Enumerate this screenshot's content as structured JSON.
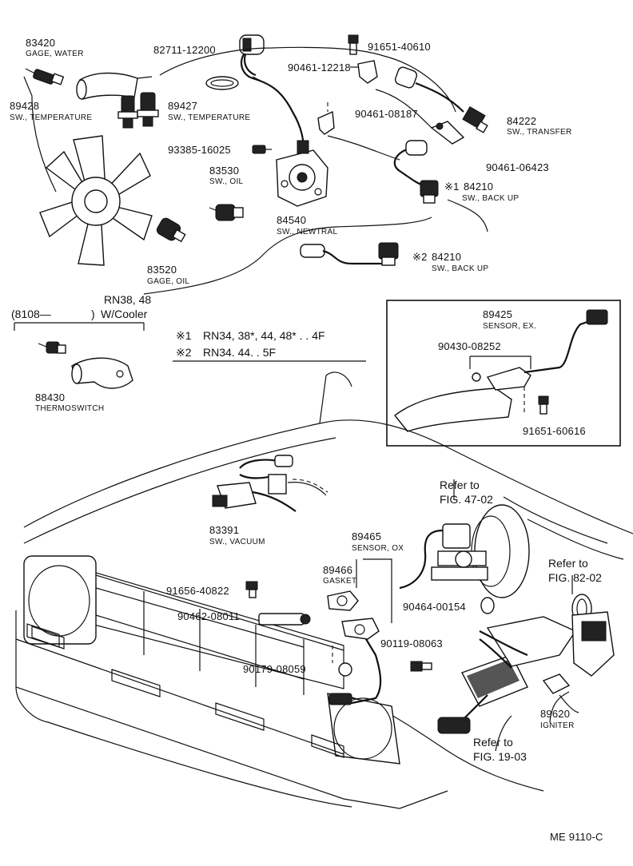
{
  "diagram": {
    "callouts": [
      {
        "id": "c83420",
        "part": "83420",
        "desc": "GAGE, WATER"
      },
      {
        "id": "c82711",
        "part": "82711-12200",
        "desc": ""
      },
      {
        "id": "c91651a",
        "part": "91651-40610",
        "desc": ""
      },
      {
        "id": "c90461a",
        "part": "90461-12218",
        "desc": ""
      },
      {
        "id": "c89428",
        "part": "89428",
        "desc": "SW., TEMPERATURE"
      },
      {
        "id": "c89427",
        "part": "89427",
        "desc": "SW., TEMPERATURE"
      },
      {
        "id": "c90461b",
        "part": "90461-08187",
        "desc": ""
      },
      {
        "id": "c84222",
        "part": "84222",
        "desc": "SW., TRANSFER"
      },
      {
        "id": "c93385",
        "part": "93385-16025",
        "desc": ""
      },
      {
        "id": "c90461c",
        "part": "90461-06423",
        "desc": ""
      },
      {
        "id": "c83530",
        "part": "83530",
        "desc": "SW., OIL"
      },
      {
        "id": "c84210a",
        "part": "84210",
        "mark": "※1",
        "desc": "SW., BACK UP"
      },
      {
        "id": "c84540",
        "part": "84540",
        "desc": "SW., NEWTRAL"
      },
      {
        "id": "c83520",
        "part": "83520",
        "desc": "GAGE, OIL"
      },
      {
        "id": "c84210b",
        "part": "84210",
        "mark": "※2",
        "desc": "SW., BACK UP"
      },
      {
        "id": "c89425",
        "part": "89425",
        "desc": "SENSOR, EX."
      },
      {
        "id": "c90430",
        "part": "90430-08252",
        "desc": ""
      },
      {
        "id": "c91651b",
        "part": "91651-60616",
        "desc": ""
      },
      {
        "id": "c88430",
        "part": "88430",
        "desc": "THERMOSWITCH"
      },
      {
        "id": "c83391",
        "part": "83391",
        "desc": "SW., VACUUM"
      },
      {
        "id": "c89465",
        "part": "89465",
        "desc": "SENSOR, OX"
      },
      {
        "id": "c89466",
        "part": "89466",
        "desc": "GASKET"
      },
      {
        "id": "c91656",
        "part": "91656-40822",
        "desc": ""
      },
      {
        "id": "c90464",
        "part": "90464-00154",
        "desc": ""
      },
      {
        "id": "c90462",
        "part": "90462-08011",
        "desc": ""
      },
      {
        "id": "c90119",
        "part": "90119-08063",
        "desc": ""
      },
      {
        "id": "c90179",
        "part": "90179-08059",
        "desc": ""
      },
      {
        "id": "c89620",
        "part": "89620",
        "desc": "IGNITER"
      }
    ],
    "model_label": "RN38, 48",
    "cooler_label": {
      "range_start": "(8108—",
      "range_end": ")",
      "suffix": "W/Cooler"
    },
    "notes": [
      {
        "mark": "※1",
        "text": "RN34, 38*, 44, 48* . . 4F"
      },
      {
        "mark": "※2",
        "text": "RN34. 44. . 5F"
      }
    ],
    "refs": [
      {
        "line1": "Refer to",
        "line2": "FIG. 47-02"
      },
      {
        "line1": "Refer to",
        "line2": "FIG. 82-02"
      },
      {
        "line1": "Refer to",
        "line2": "FIG. 19-03"
      }
    ],
    "code": "ME  9110-C"
  }
}
